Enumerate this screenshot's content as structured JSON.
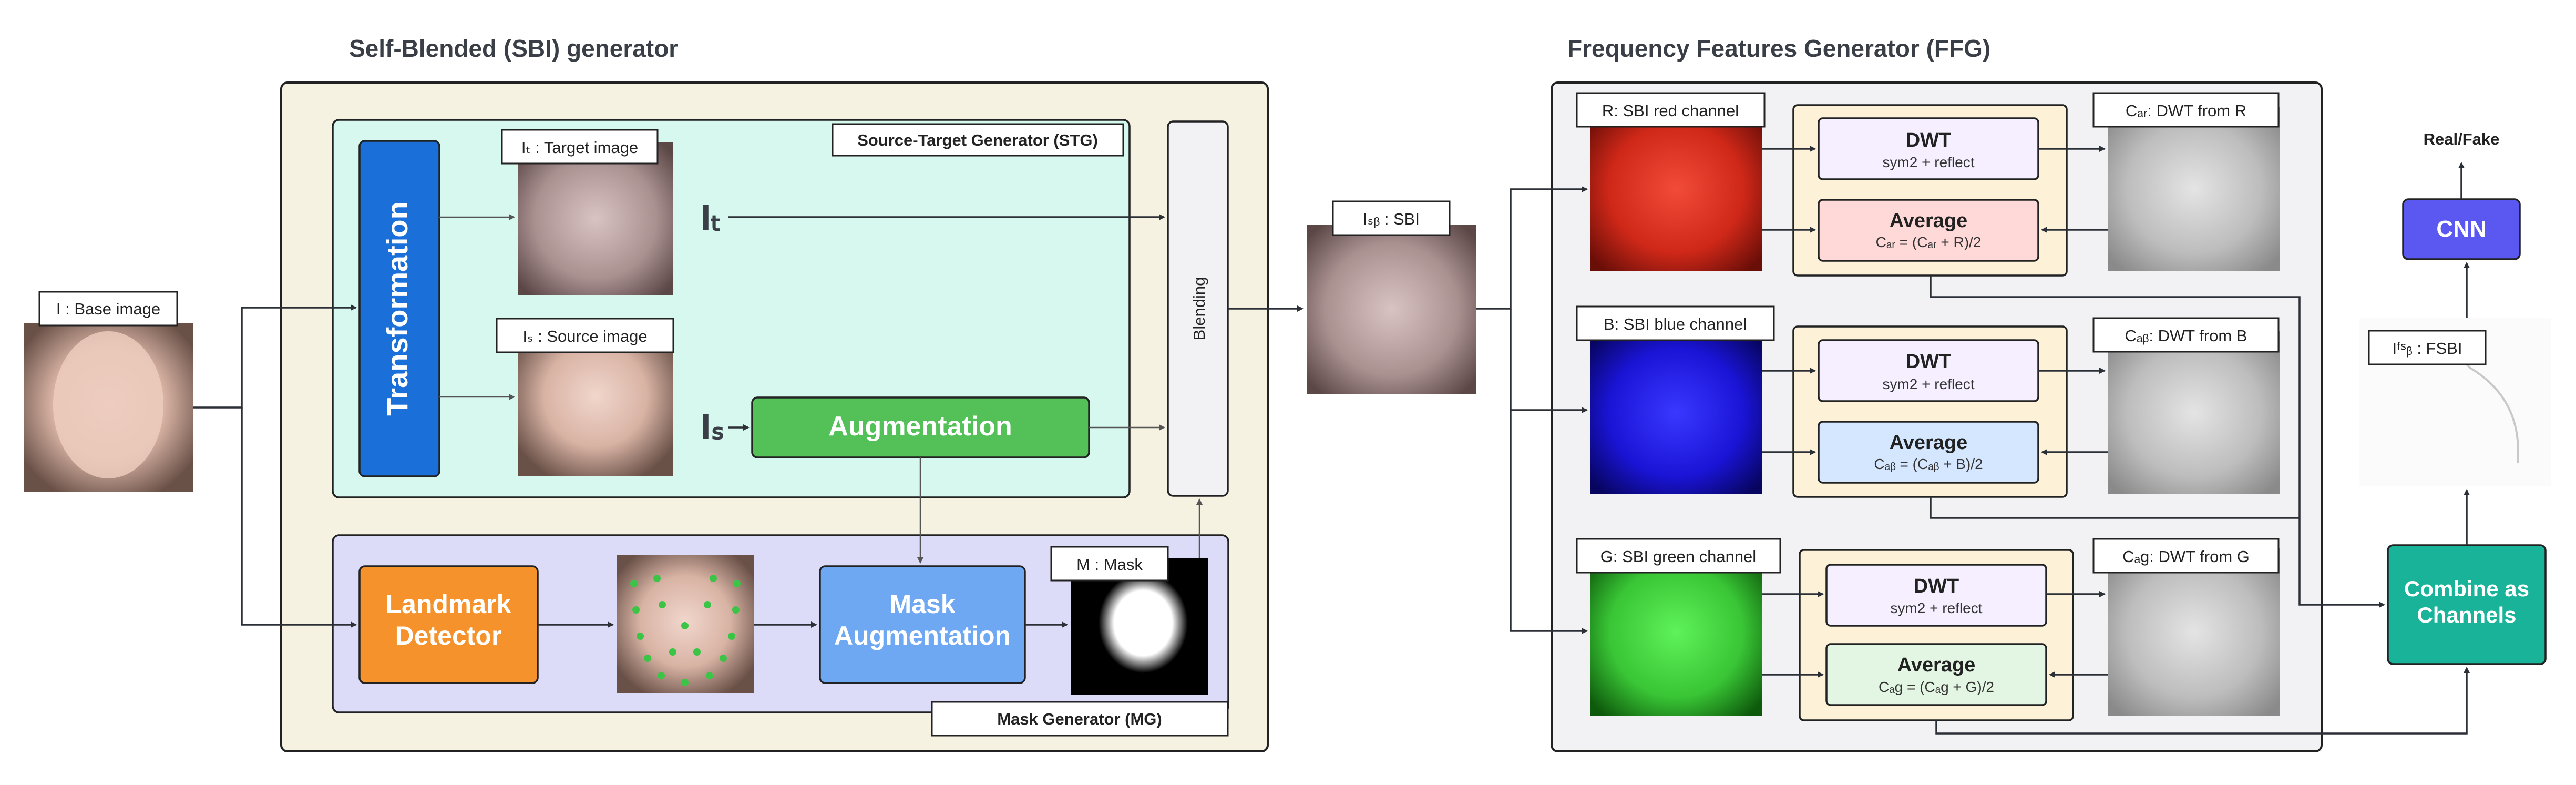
{
  "titles": {
    "sbi_generator": "Self-Blended (SBI) generator",
    "ffg": "Frequency Features Generator (FFG)"
  },
  "labels": {
    "base_image": "I : Base image",
    "target_image": "Iₜ : Target image",
    "source_image": "Iₛ : Source image",
    "stg": "Source-Target Generator (STG)",
    "mg": "Mask Generator (MG)",
    "mask": "M : Mask",
    "sbi": "Iₛᵦ : SBI",
    "r_channel": "R: SBI red channel",
    "b_channel": "B: SBI blue channel",
    "g_channel": "G: SBI green channel",
    "c_ar": "Cₐᵣ: DWT from R",
    "c_ab": "Cₐᵦ: DWT from B",
    "c_ag": "Cₐg: DWT from G",
    "fsbi": "Iᶠˢᵦ : FSBI",
    "real_fake": "Real/Fake"
  },
  "symbols": {
    "it": "Iₜ",
    "is": "Iₛ"
  },
  "blocks": {
    "transformation": "Transformation",
    "augmentation": "Augmentation",
    "blending": "Blending",
    "landmark_line1": "Landmark",
    "landmark_line2": "Detector",
    "mask_aug_line1": "Mask",
    "mask_aug_line2": "Augmentation",
    "cnn": "CNN",
    "combine_line1": "Combine as",
    "combine_line2": "Channels"
  },
  "dwt": [
    {
      "title": "DWT",
      "sub": "sym2 + reflect"
    },
    {
      "title": "DWT",
      "sub": "sym2 + reflect"
    },
    {
      "title": "DWT",
      "sub": "sym2 + reflect"
    }
  ],
  "average": [
    {
      "title": "Average",
      "formula": "Cₐᵣ = (Cₐᵣ + R)/2"
    },
    {
      "title": "Average",
      "formula": "Cₐᵦ = (Cₐᵦ + B)/2"
    },
    {
      "title": "Average",
      "formula": "Cₐg = (Cₐg + G)/2"
    }
  ],
  "colors": {
    "transformation": "#1a6fd9",
    "augmentation": "#53c058",
    "landmark": "#f5922b",
    "mask_aug": "#6fa8f2",
    "cnn": "#5a58f0",
    "combine": "#19b39a",
    "stg_bg": "#d6f8ef",
    "mg_bg": "#dcdcf8",
    "sbi_bg": "#f6f2e2",
    "ffg_bg": "#f2f2f4",
    "dwt_bg": "#f5efff",
    "avg_r": "#ffd8d8",
    "avg_b": "#d5e6ff",
    "avg_g": "#e3f6e3",
    "group_bg": "#fdf2d8"
  }
}
